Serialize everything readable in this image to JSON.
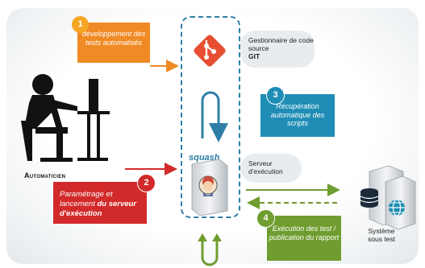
{
  "steps": {
    "step1": {
      "number": "1",
      "text": "développement des tests automatisés"
    },
    "step2": {
      "number": "2",
      "text_plain": "Paramétrage et lancement ",
      "text_bold": "du serveur d'exécution"
    },
    "step3": {
      "number": "3",
      "text": "Récupération automatique des scripts"
    },
    "step4": {
      "number": "4",
      "text": "Exécution des test / publication du rapport"
    }
  },
  "labels": {
    "git_line1": "Gestionnaire de code source",
    "git_bold": "GIT",
    "server": "Serveur d'exécution",
    "squash": "squash",
    "automatician": "Automaticien",
    "system_under_test": "Système sous test"
  },
  "colors": {
    "orange": "#f08a24",
    "red": "#d22a2a",
    "teal": "#1f8db5",
    "green": "#6f9d2f",
    "dashed": "#2e7fa6",
    "git": "#e84e31"
  },
  "icons": [
    "person-at-computer-icon",
    "git-logo-icon",
    "jenkins-server-icon",
    "server-database-icon",
    "globe-icon"
  ]
}
